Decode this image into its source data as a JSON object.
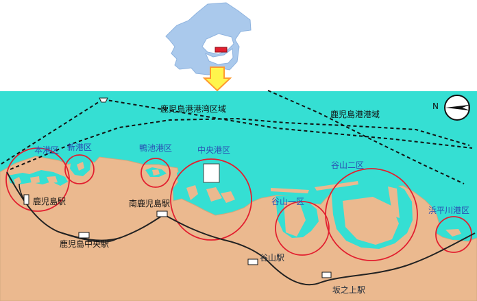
{
  "labels": {
    "inner_port_area": "鹿児島港港湾区域",
    "outer_port_area": "鹿児島港港域",
    "district_honko": "本港区",
    "district_shinko": "新港区",
    "district_kamoike": "鴨池港区",
    "district_chuo": "中央港区",
    "district_taniyama2": "谷山二区",
    "district_taniyama1": "谷山一区",
    "district_hamahirakawa": "浜平川港区",
    "station_kagoshima": "鹿児島駅",
    "station_minami_kagoshima": "南鹿児島駅",
    "station_kagoshima_chuo": "鹿児島中央駅",
    "station_taniyama": "谷山駅",
    "station_sakanoue": "坂之上駅",
    "compass": "N"
  },
  "colors": {
    "sea": "#35dfd3",
    "land": "#ebb98f",
    "inset_land": "#aac9ec",
    "highlight_red": "#e21f2f",
    "arrow_fill": "#fff54c",
    "arrow_stroke": "#ff9a2e",
    "label_blue": "#2a4fb3"
  }
}
